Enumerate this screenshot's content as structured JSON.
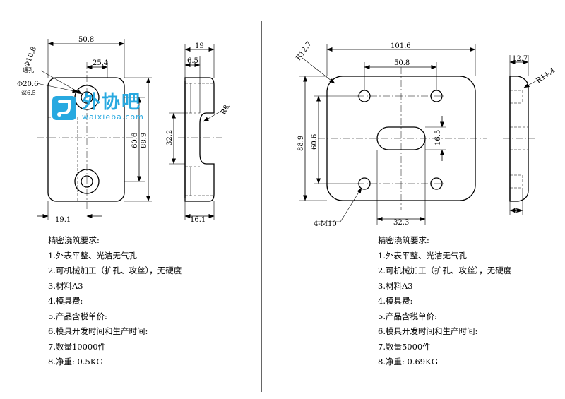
{
  "left_part": {
    "top_view": {
      "dim_width": "50.8",
      "dim_hole_spacing": "25.4",
      "dim_height_inner": "60.6",
      "dim_height_outer": "88.9",
      "dim_bottom": "19.1",
      "note_hole_dia": "Φ10.8",
      "note_hole_type": "通孔",
      "note_cbore_dia": "Φ20.6",
      "note_cbore_depth": "深6.5"
    },
    "side_view": {
      "dim_top": "19",
      "dim_step": "6.5",
      "dim_slot_height": "32.2",
      "dim_radius": "R8",
      "dim_bottom": "16.1"
    },
    "requirements": {
      "title": "精密浇筑要求:",
      "items": [
        "1.外表平整、光洁无气孔",
        "2.可机械加工（扩孔、攻丝），无硬度",
        "3.材料A3",
        "4.模具费:",
        "5.产品含税单价:",
        "6.模具开发时间和生产时间:",
        "7.数量10000件",
        "8.净重: 0.5KG"
      ]
    }
  },
  "right_part": {
    "top_view": {
      "dim_width": "101.6",
      "dim_hole_spacing": "50.8",
      "dim_corner_radius": "R12.7",
      "dim_height_outer": "88.9",
      "dim_height_inner": "60.6",
      "dim_slot_width": "16.5",
      "dim_slot_offset": "32.3",
      "note_thread": "4-M10"
    },
    "side_view": {
      "dim_top": "12.7",
      "dim_radius": "R11.4",
      "dim_bottom": "9"
    },
    "requirements": {
      "title": "精密浇筑要求:",
      "items": [
        "1.外表平整、光洁无气孔",
        "2.可机械加工（扩孔、攻丝），无硬度",
        "3.材料A3",
        "4.模具费:",
        "5.产品含税单价:",
        "6.模具开发时间和生产时间:",
        "7.数量5000件",
        "8.净重: 0.69KG"
      ]
    }
  },
  "watermark": {
    "main_text": "外协吧",
    "sub_text": "waixieba.com",
    "color": "#28a9e0"
  }
}
